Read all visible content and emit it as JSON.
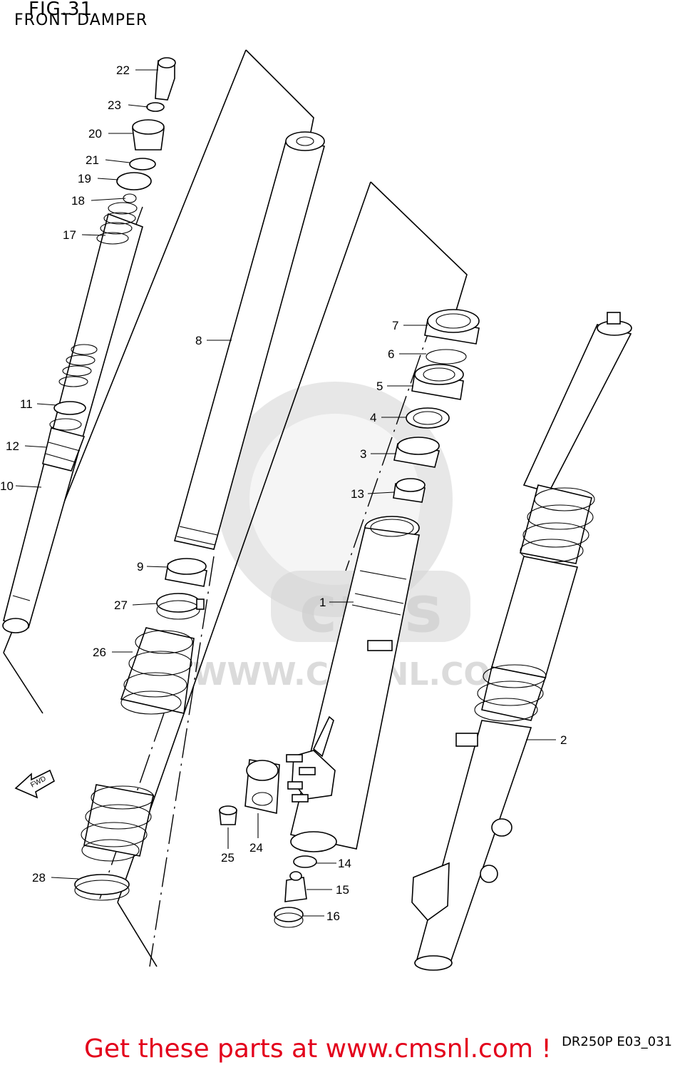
{
  "header": {
    "figure": "FIG.31",
    "title": "FRONT DAMPER"
  },
  "footer": {
    "diagram_code": "DR250P E03_031",
    "promo": "Get these parts at www.cmsnl.com !"
  },
  "watermark": {
    "text": "WWW.CMSNL.COM",
    "logo_text": "cms"
  },
  "fwd_label": "FWD",
  "callouts": [
    "22",
    "23",
    "20",
    "21",
    "19",
    "18",
    "17",
    "8",
    "11",
    "12",
    "10",
    "7",
    "6",
    "5",
    "4",
    "3",
    "13",
    "9",
    "27",
    "1",
    "26",
    "2",
    "24",
    "25",
    "14",
    "15",
    "28",
    "16"
  ],
  "colors": {
    "promo": "#e3001b",
    "watermark": "#d4d4d4"
  }
}
